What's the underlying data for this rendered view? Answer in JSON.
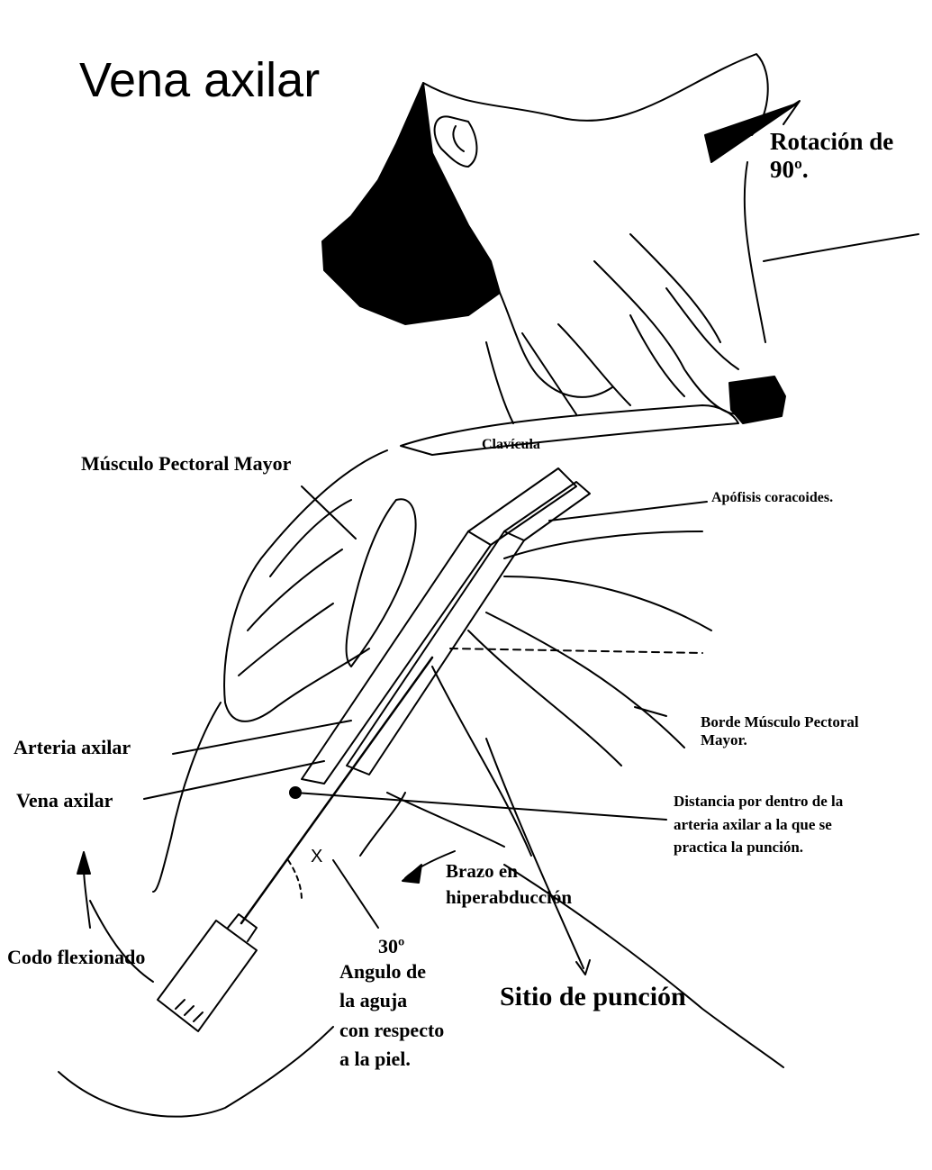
{
  "title": "Vena axilar",
  "labels": {
    "rotation": [
      "Rotación de",
      "90º."
    ],
    "clavicle": "Clavícula",
    "pectoral_major": "Músculo Pectoral Mayor",
    "coracoid": "Apófisis coracoides.",
    "pectoral_border": [
      "Borde Músculo Pectoral",
      "Mayor."
    ],
    "axillary_artery": "Arteria axilar",
    "axillary_vein": "Vena axilar",
    "distance": [
      "Distancia por dentro de la",
      "arteria axilar a la que se",
      "practica la punción."
    ],
    "arm": [
      "Brazo en",
      "hiperabducción"
    ],
    "elbow": "Codo flexionado",
    "angle_value": "30º",
    "needle_angle": [
      "Angulo de",
      "la aguja",
      "con respecto",
      "a la piel."
    ],
    "puncture_site": "Sitio de punción",
    "angle_mark": "X"
  },
  "colors": {
    "ink": "#000000",
    "paper": "#ffffff"
  }
}
